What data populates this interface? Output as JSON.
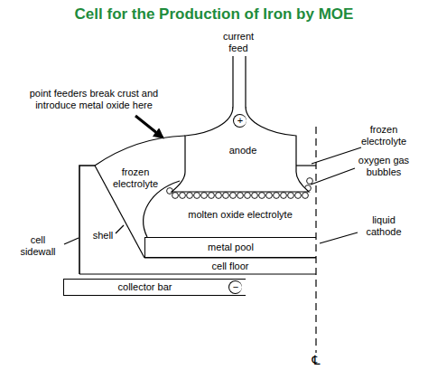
{
  "diagram": {
    "title": "Cell for the Production of Iron by MOE",
    "nodes": [
      {
        "text": [
          "anode"
        ]
      },
      {
        "text": [
          "+"
        ],
        "in": 0
      },
      {
        "text": [
          "metal pool"
        ]
      },
      {
        "text": [
          "collector bar"
        ]
      },
      {
        "text": [
          "−"
        ],
        "in": 3
      }
    ],
    "labels": [
      "current feed",
      "point feeders break crust and introduce metal oxide here",
      "frozen electrolyte",
      "oxygen gas bubbles",
      "frozen electrolyte",
      "molten oxide electrolyte",
      "liquid cathode",
      "cell sidewall",
      "shell",
      "cell floor",
      "℄"
    ]
  }
}
